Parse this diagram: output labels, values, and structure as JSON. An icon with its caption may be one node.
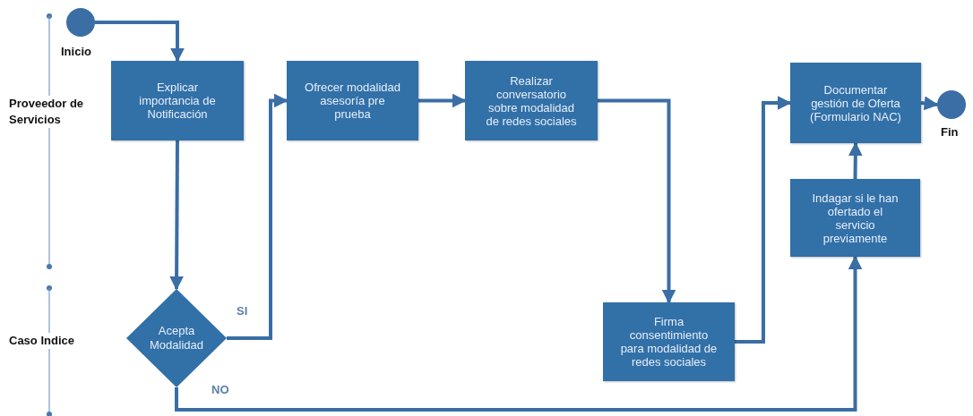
{
  "diagram": {
    "nodes": [
      {
        "text": [
          "Inicio"
        ]
      },
      {
        "text": [
          "Explicar importancia de Notificación"
        ]
      },
      {
        "text": [
          "Acepta Modalidad"
        ]
      },
      {
        "text": [
          "Ofrecer modalidad asesoría pre prueba"
        ]
      },
      {
        "text": [
          "Realizar conversatorio sobre modalidad de redes sociales"
        ]
      },
      {
        "text": [
          "Firma consentimiento para modalidad de redes sociales"
        ]
      },
      {
        "text": [
          "Documentar gestión de Oferta (Formulario NAC)"
        ]
      },
      {
        "text": [
          "Indagar si le han ofertado el servicio previamente"
        ]
      },
      {
        "text": [
          "Fin"
        ]
      }
    ],
    "edges": [
      {
        "from": 0,
        "to": 1,
        "arrow": "to"
      },
      {
        "from": 1,
        "to": 2,
        "arrow": "to"
      },
      {
        "from": 2,
        "to": 3,
        "arrow": "to",
        "label": "SI"
      },
      {
        "from": 3,
        "to": 4,
        "arrow": "to"
      },
      {
        "from": 4,
        "to": 5,
        "arrow": "to"
      },
      {
        "from": 5,
        "to": 6,
        "arrow": "to"
      },
      {
        "from": 2,
        "to": 7,
        "arrow": "to",
        "label": "NO"
      },
      {
        "from": 7,
        "to": 6,
        "arrow": "to"
      },
      {
        "from": 6,
        "to": 8,
        "arrow": "to"
      }
    ],
    "labels": [
      "Proveedor de Servicios",
      "Caso Indice"
    ]
  }
}
